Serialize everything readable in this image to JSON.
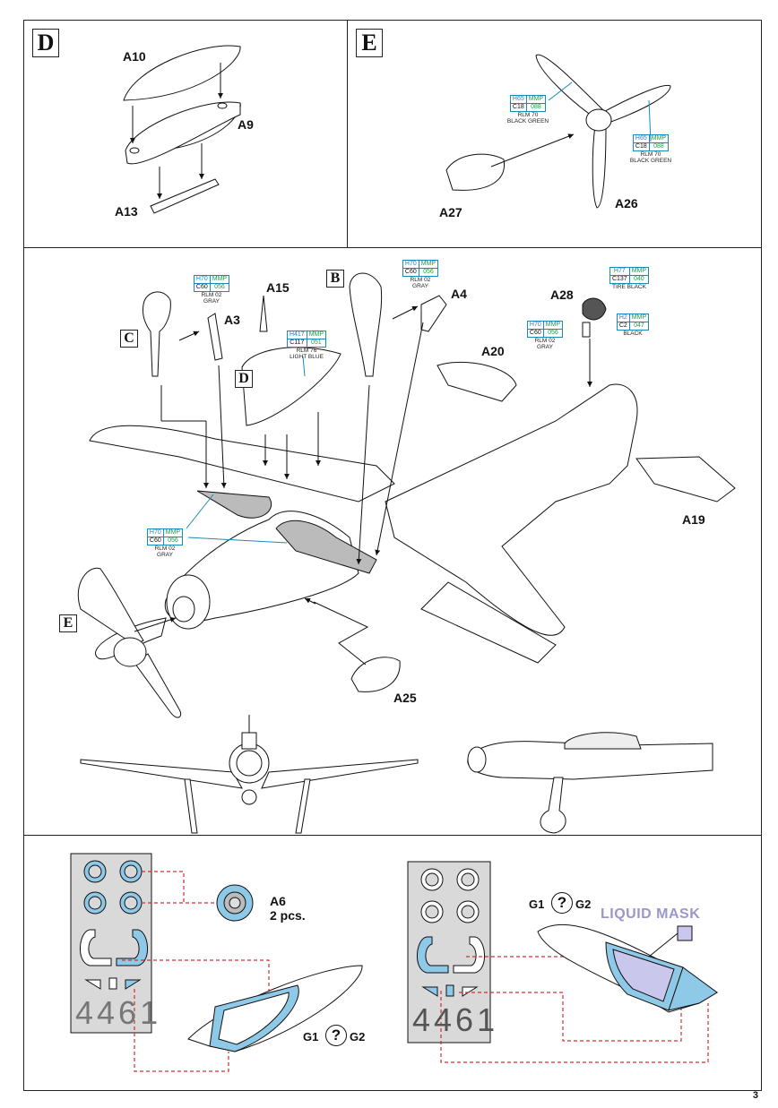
{
  "sections": {
    "D": {
      "letter": "D",
      "parts": {
        "a10": "A10",
        "a9": "A9",
        "a13": "A13"
      }
    },
    "E": {
      "letter": "E",
      "parts": {
        "a27": "A27",
        "a26": "A26"
      }
    }
  },
  "paints": {
    "e_left": {
      "h": "H65",
      "mmp": "MMP",
      "c": "C18",
      "code": "088",
      "name": "RLM 70\nBLACK GREEN"
    },
    "e_right": {
      "h": "H65",
      "mmp": "MMP",
      "c": "C18",
      "code": "088",
      "name": "RLM 70\nBLACK GREEN"
    },
    "c_gear": {
      "h": "H70",
      "mmp": "MMP",
      "c": "C60",
      "code": "056",
      "name": "RLM 02\nGRAY"
    },
    "b_gear": {
      "h": "H70",
      "mmp": "MMP",
      "c": "C60",
      "code": "056",
      "name": "RLM 02\nGRAY"
    },
    "blue": {
      "h": "H417",
      "mmp": "MMP",
      "c": "C117",
      "code": "051",
      "name": "RLM 76\nLIGHT BLUE"
    },
    "tire": {
      "h": "H77",
      "mmp": "MMP",
      "c": "C137",
      "code": "040",
      "name": "TIRE BLACK"
    },
    "tail_gray": {
      "h": "H70",
      "mmp": "MMP",
      "c": "C60",
      "code": "056",
      "name": "RLM 02\nGRAY"
    },
    "black": {
      "h": "H2",
      "mmp": "MMP",
      "c": "C2",
      "code": "047",
      "name": "BLACK"
    },
    "wheelwell": {
      "h": "H70",
      "mmp": "MMP",
      "c": "C60",
      "code": "056",
      "name": "RLM 02\nGRAY"
    }
  },
  "main": {
    "letters": {
      "b": "B",
      "c": "C",
      "d": "D",
      "e": "E"
    },
    "parts": {
      "a15": "A15",
      "a3": "A3",
      "a4": "A4",
      "a28": "A28",
      "a20": "A20",
      "a19": "A19",
      "a25": "A25"
    }
  },
  "masks": {
    "a6": "A6",
    "a6_qty": "2 pcs.",
    "g1": "G1",
    "g2": "G2",
    "g1b": "G1",
    "g2b": "G2",
    "q": "?",
    "qb": "?",
    "liquid_mask": "LIQUID MASK",
    "numbers_left": "4461",
    "numbers_right": "4461"
  },
  "page_number": "3",
  "colors": {
    "mask_blue": "#8ec9e8",
    "paint_blue": "#1a8ab8",
    "paint_green": "#1aa04a",
    "guide_red": "#d03030",
    "liquid": "#c9c7ec"
  }
}
